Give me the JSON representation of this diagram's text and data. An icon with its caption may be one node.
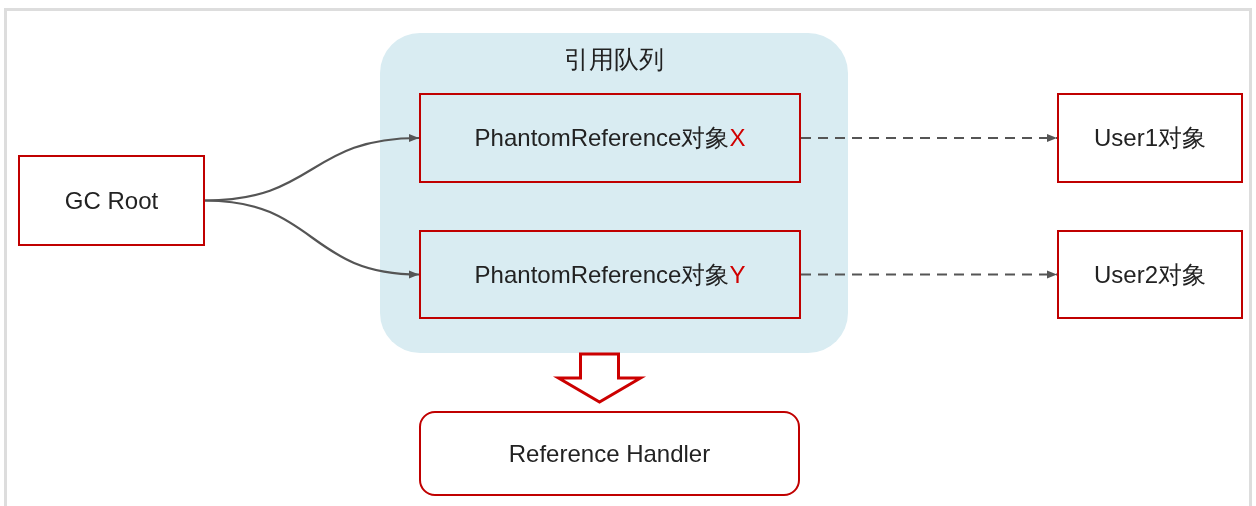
{
  "diagram": {
    "nodes": [
      {
        "text": [
          "GC Root"
        ]
      },
      {
        "text": [
          "引用队列"
        ]
      },
      {
        "text": [
          "PhantomReference对象",
          "X"
        ],
        "in": 1
      },
      {
        "text": [
          "PhantomReference对象",
          "Y"
        ],
        "in": 1
      },
      {
        "text": [
          "User1对象"
        ]
      },
      {
        "text": [
          "User2对象"
        ]
      },
      {
        "text": [
          "Reference Handler"
        ]
      }
    ],
    "edges": [
      {
        "from": 0,
        "to": 2,
        "arrow": "to"
      },
      {
        "from": 0,
        "to": 3,
        "arrow": "to"
      },
      {
        "from": 2,
        "to": 4,
        "arrow": "to",
        "style": "dashed"
      },
      {
        "from": 3,
        "to": 5,
        "arrow": "to",
        "style": "dashed"
      },
      {
        "from": 1,
        "to": 6,
        "arrow": "to",
        "style": "thick",
        "color": "#cc0000"
      }
    ]
  }
}
